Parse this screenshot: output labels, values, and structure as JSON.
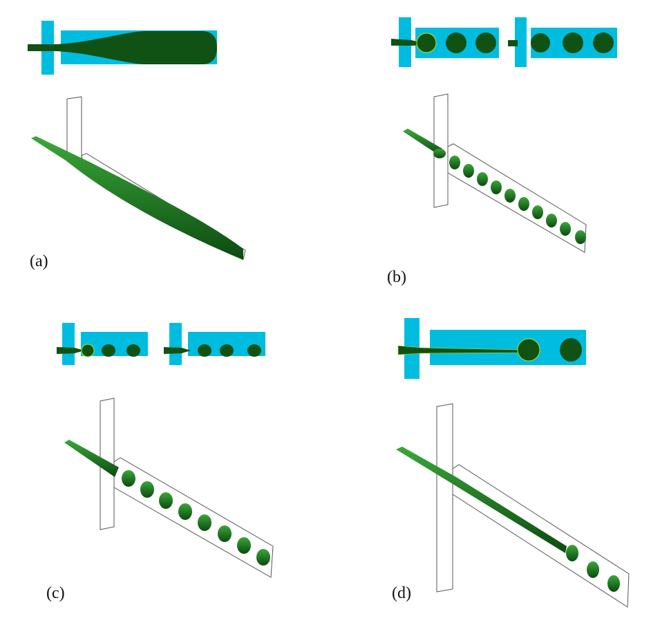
{
  "panels": [
    {
      "label": "(a)"
    },
    {
      "label": "(b)"
    },
    {
      "label": "(c)"
    },
    {
      "label": "(d)"
    }
  ],
  "colors": {
    "channel": "#00bde0",
    "fluid": "#0f5214",
    "fluid_light": "#2f9a2c",
    "outline": "#555555"
  }
}
